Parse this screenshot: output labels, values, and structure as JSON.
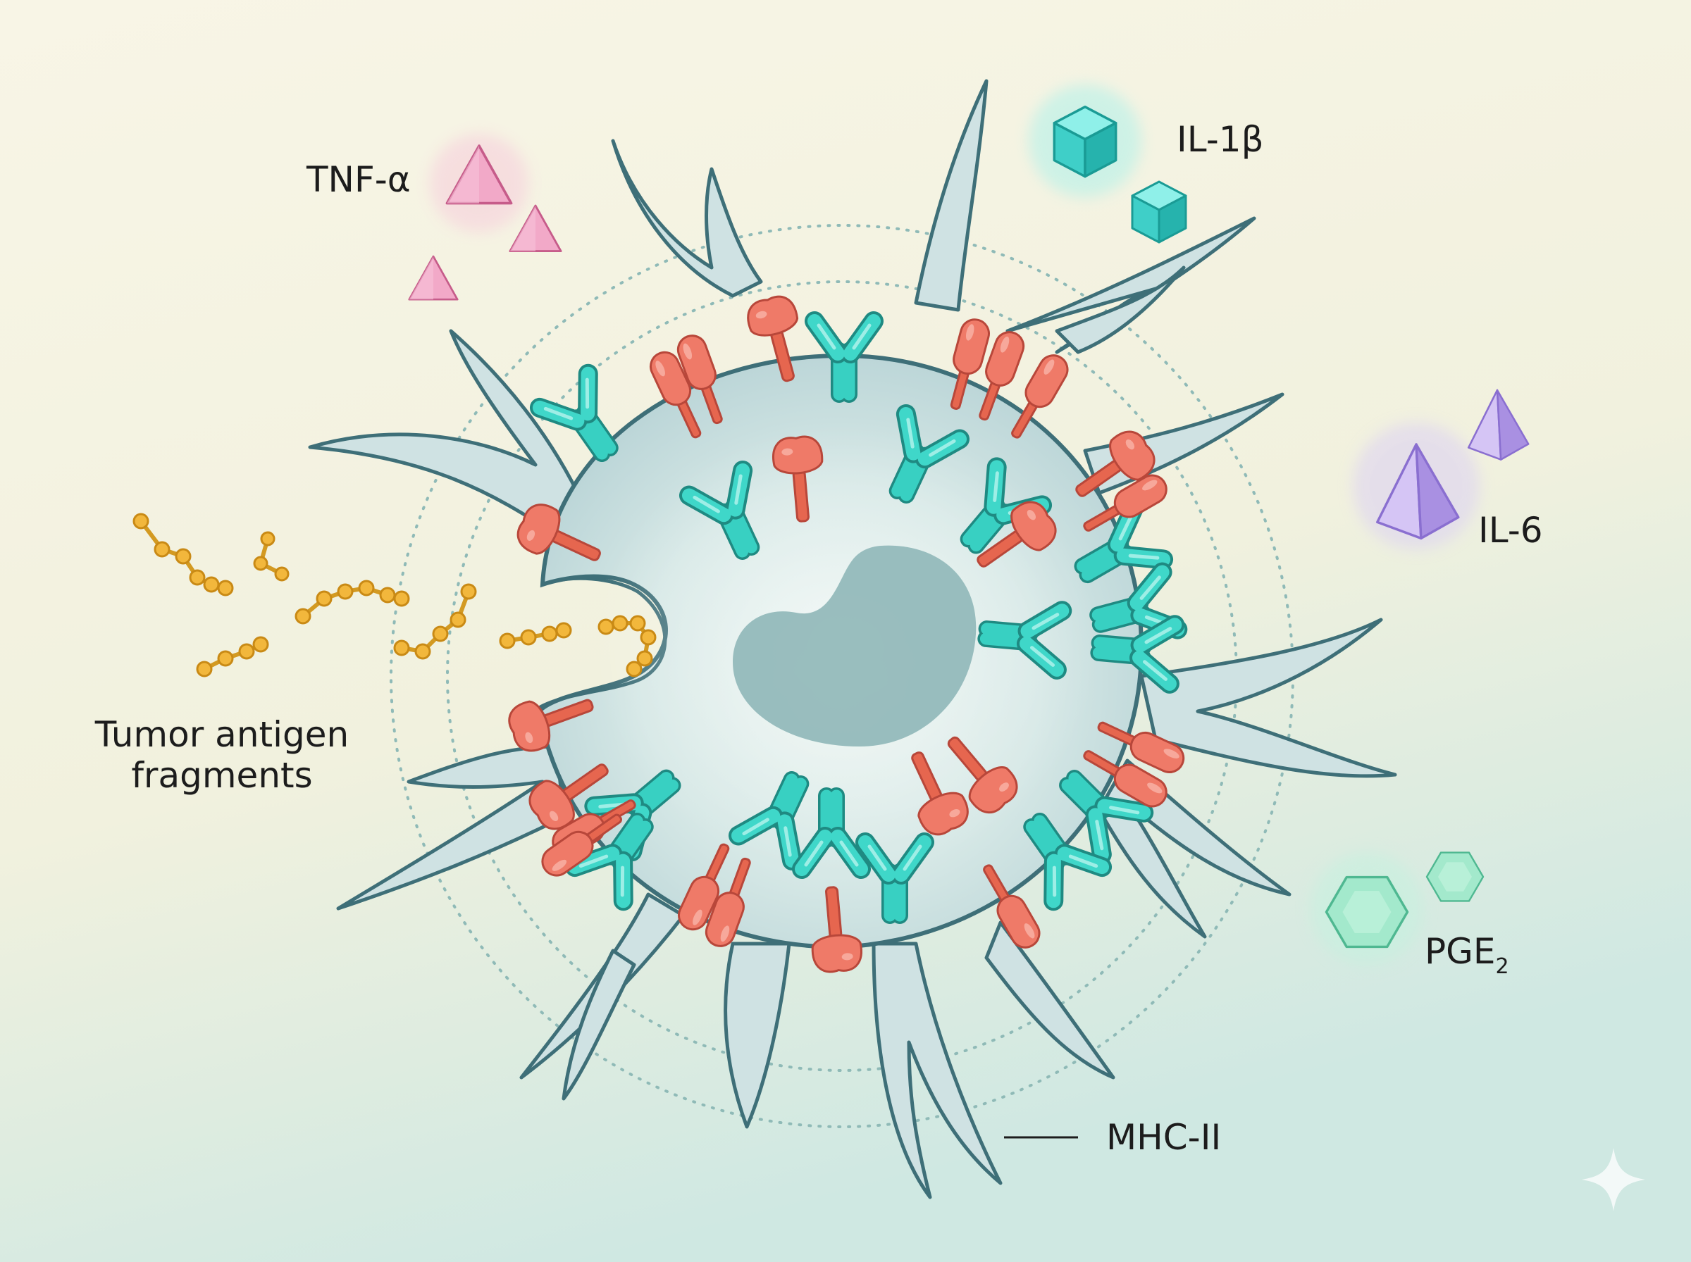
{
  "labels": {
    "tnf": "TNF-α",
    "il1b": "IL-1β",
    "il6": "IL-6",
    "pge_main": "PGE",
    "pge_sub": "2",
    "tumor_line1": "Tumor antigen",
    "tumor_line2": "fragments",
    "mhc": "MHC-II"
  },
  "colors": {
    "background_top": "#f8f5e6",
    "background_bottom": "#d5ebe4",
    "cell_body": "#cfe3e3",
    "cell_outline": "#3e6f78",
    "nucleus": "#8fb7b8",
    "receptor_red": "#ef7a68",
    "receptor_teal": "#34cdbf",
    "tnf_pink": "#ee9cc0",
    "il1b_cyan": "#3fcfc8",
    "il6_violet": "#b9a2e6",
    "pge_green": "#8fe0bf",
    "antigen_gold": "#f2b73c"
  },
  "icons": [
    "dendrite",
    "y-receptor-icon",
    "mushroom-receptor-icon",
    "triangle-icon",
    "cube-icon",
    "pyramid-icon",
    "hexagon-icon",
    "sparkle-icon"
  ]
}
